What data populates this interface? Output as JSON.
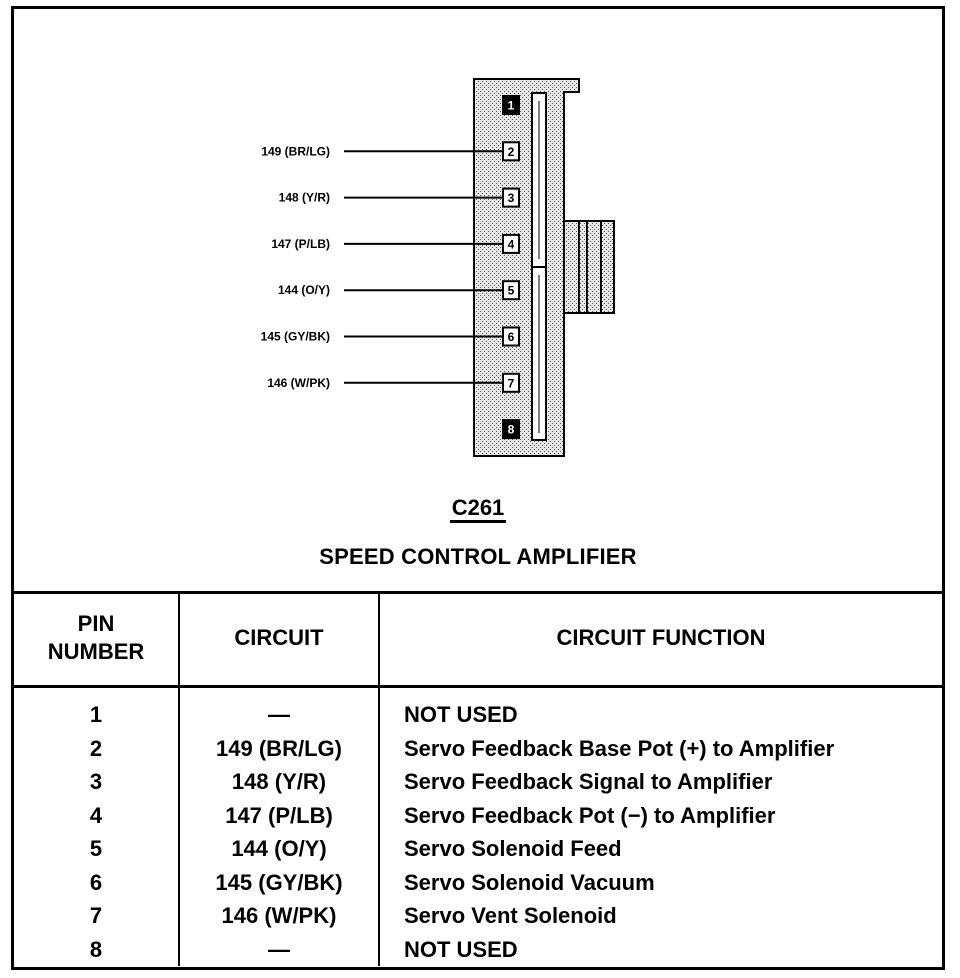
{
  "connector": {
    "id": "C261",
    "name": "SPEED CONTROL AMPLIFIER"
  },
  "wires": [
    {
      "pin": "2",
      "label": "149 (BR/LG)"
    },
    {
      "pin": "3",
      "label": "148 (Y/R)"
    },
    {
      "pin": "4",
      "label": "147 (P/LB)"
    },
    {
      "pin": "5",
      "label": "144 (O/Y)"
    },
    {
      "pin": "6",
      "label": "145 (GY/BK)"
    },
    {
      "pin": "7",
      "label": "146 (W/PK)"
    }
  ],
  "pins": [
    "1",
    "2",
    "3",
    "4",
    "5",
    "6",
    "7",
    "8"
  ],
  "table": {
    "headers": {
      "pin_number": "PIN NUMBER",
      "circuit": "CIRCUIT",
      "circuit_function": "CIRCUIT FUNCTION"
    },
    "rows": [
      {
        "pin": "1",
        "circuit": "—",
        "function": "NOT USED"
      },
      {
        "pin": "2",
        "circuit": "149 (BR/LG)",
        "function": "Servo Feedback Base Pot (+) to Amplifier"
      },
      {
        "pin": "3",
        "circuit": "148 (Y/R)",
        "function": "Servo Feedback Signal to Amplifier"
      },
      {
        "pin": "4",
        "circuit": "147 (P/LB)",
        "function": "Servo Feedback Pot (−) to Amplifier"
      },
      {
        "pin": "5",
        "circuit": "144 (O/Y)",
        "function": "Servo Solenoid Feed"
      },
      {
        "pin": "6",
        "circuit": "145 (GY/BK)",
        "function": "Servo Solenoid Vacuum"
      },
      {
        "pin": "7",
        "circuit": "146 (W/PK)",
        "function": "Servo Vent Solenoid"
      },
      {
        "pin": "8",
        "circuit": "—",
        "function": "NOT USED"
      }
    ]
  }
}
